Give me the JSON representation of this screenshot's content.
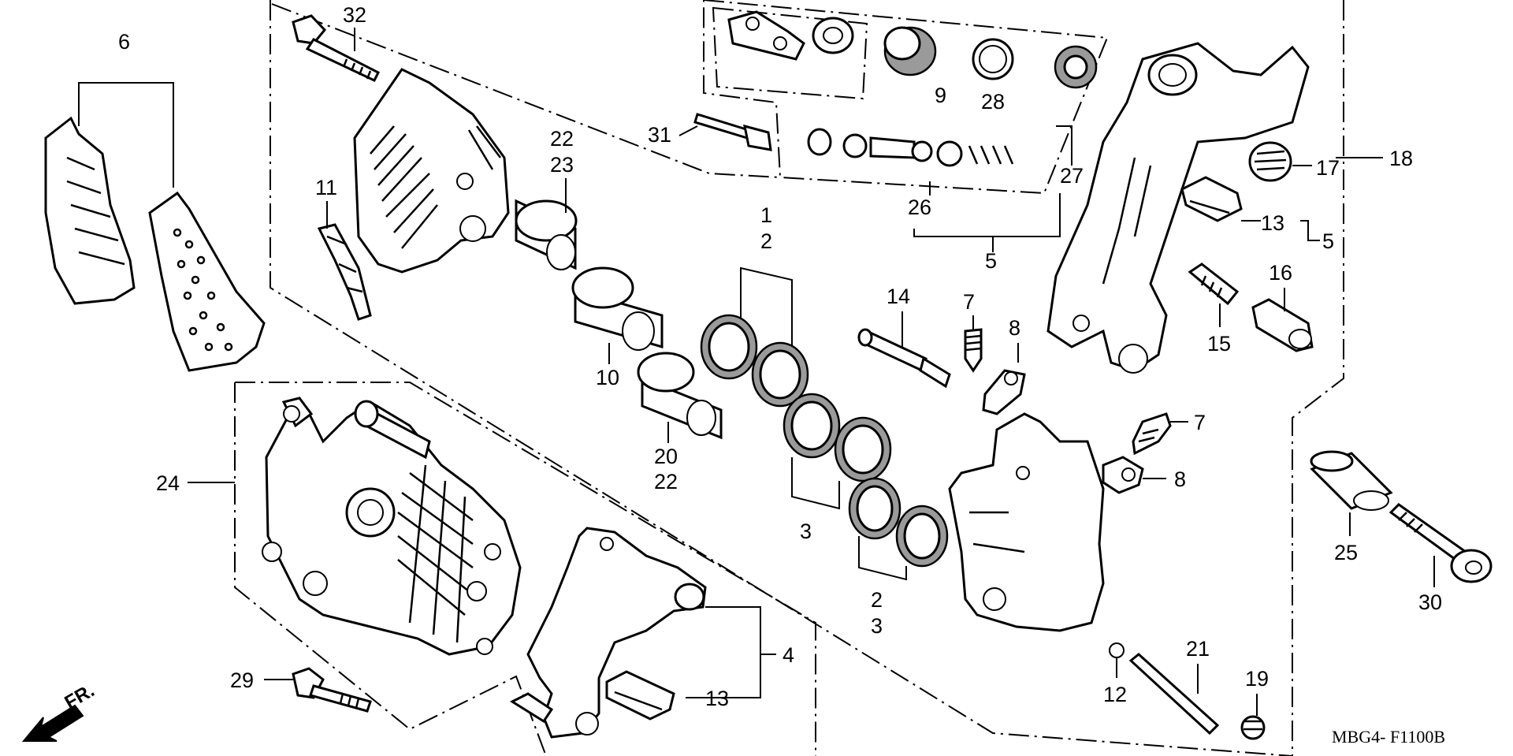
{
  "diagram": {
    "code": "MBG4- F1100B",
    "direction_label": "FR.",
    "callouts": {
      "c32": "32",
      "c6": "6",
      "c11": "11",
      "c22a": "22",
      "c23": "23",
      "c31": "31",
      "c9": "9",
      "c28": "28",
      "c27": "27",
      "c26": "26",
      "c5a": "5",
      "c5b": "5",
      "c1": "1",
      "c2a": "2",
      "c10": "10",
      "c20": "20",
      "c22b": "22",
      "c3a": "3",
      "c14": "14",
      "c7a": "7",
      "c8a": "8",
      "c7b": "7",
      "c8b": "8",
      "c17": "17",
      "c18": "18",
      "c13a": "13",
      "c16": "16",
      "c15": "15",
      "c24": "24",
      "c2b": "2",
      "c3b": "3",
      "c4": "4",
      "c13b": "13",
      "c29": "29",
      "c12": "12",
      "c21": "21",
      "c19": "19",
      "c25": "25",
      "c30": "30"
    }
  }
}
